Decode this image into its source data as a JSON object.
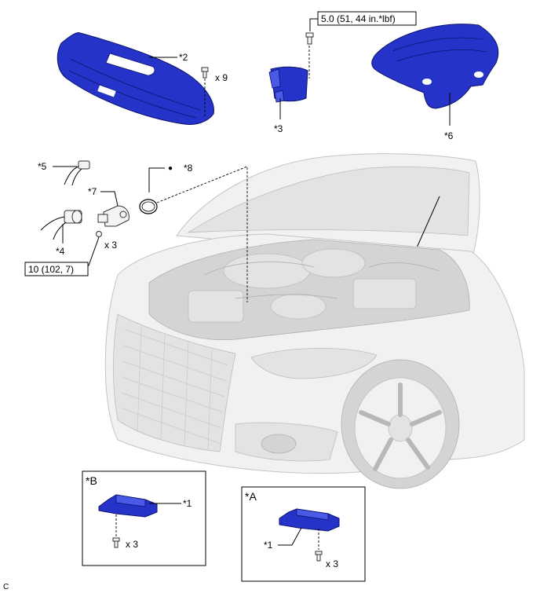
{
  "labels": {
    "p2": "*2",
    "p3": "*3",
    "p4": "*4",
    "p5": "*5",
    "p6": "*6",
    "p7": "*7",
    "p8": "*8",
    "pB1": "*1",
    "pA1": "*1",
    "viewB": "*B",
    "viewA": "*A"
  },
  "quantities": {
    "q9": "x 9",
    "q3_part7": "x 3",
    "q3_viewB": "x 3",
    "q3_viewA": "x 3"
  },
  "torques": {
    "t1": "5.0 (51, 44 in.*lbf)",
    "t2": "10 (102, 7)"
  },
  "symbols": {
    "bullet": "●"
  },
  "footer": {
    "code": "C"
  },
  "colors": {
    "part_blue": "#2533c8",
    "car_gray": "#f1f1f1"
  }
}
